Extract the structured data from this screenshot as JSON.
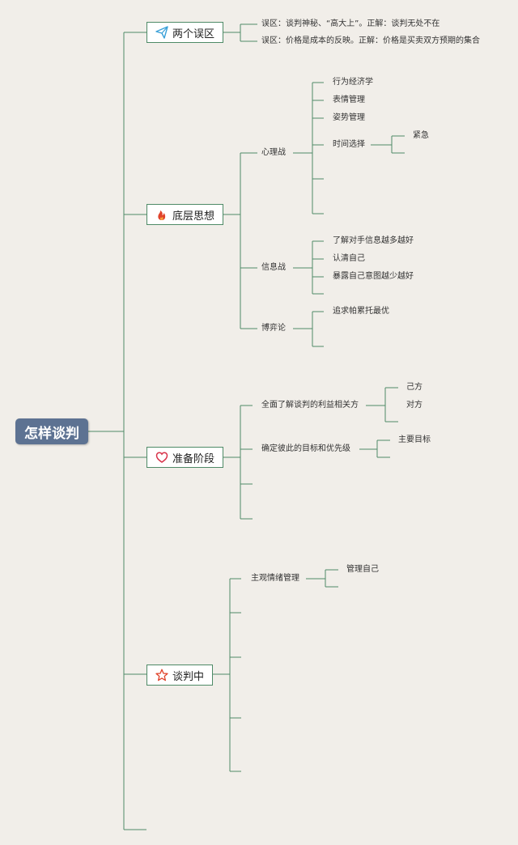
{
  "root": {
    "label": "怎样谈判"
  },
  "topics": {
    "misunderstandings": {
      "label": "两个误区",
      "icon": "paper-plane-icon",
      "items": [
        "误区：谈判神秘、“高大上”。正解：谈判无处不在",
        "误区：价格是成本的反映。正解：价格是买卖双方预期的集合"
      ]
    },
    "underlying_thinking": {
      "label": "底层思想",
      "icon": "fire-icon",
      "psychological_war": {
        "label": "心理战",
        "items": [
          "行为经济学",
          "表情管理",
          "姿势管理",
          "时间选择"
        ],
        "time_choice_children": [
          "紧急"
        ]
      },
      "information_war": {
        "label": "信息战",
        "items": [
          "了解对手信息越多越好",
          "认清自己",
          "暴露自己意图越少越好"
        ]
      },
      "game_theory": {
        "label": "博弈论",
        "items": [
          "追求帕累托最优"
        ]
      }
    },
    "preparation": {
      "label": "准备阶段",
      "icon": "heart-icon",
      "stakeholders": {
        "label": "全面了解谈判的利益相关方",
        "items": [
          "己方",
          "对方"
        ]
      },
      "goals": {
        "label": "确定彼此的目标和优先级",
        "items": [
          "主要目标"
        ]
      }
    },
    "during": {
      "label": "谈判中",
      "icon": "star-icon",
      "emotion": {
        "label": "主观情绪管理",
        "items": [
          "管理自己"
        ]
      }
    }
  },
  "colors": {
    "background": "#f1eee9",
    "line": "#4e8a66",
    "root_fill": "#5d7292",
    "plane": "#3aa0d8",
    "fire": "#e0432b",
    "heart": "#d8334a",
    "star": "#e0432b"
  }
}
